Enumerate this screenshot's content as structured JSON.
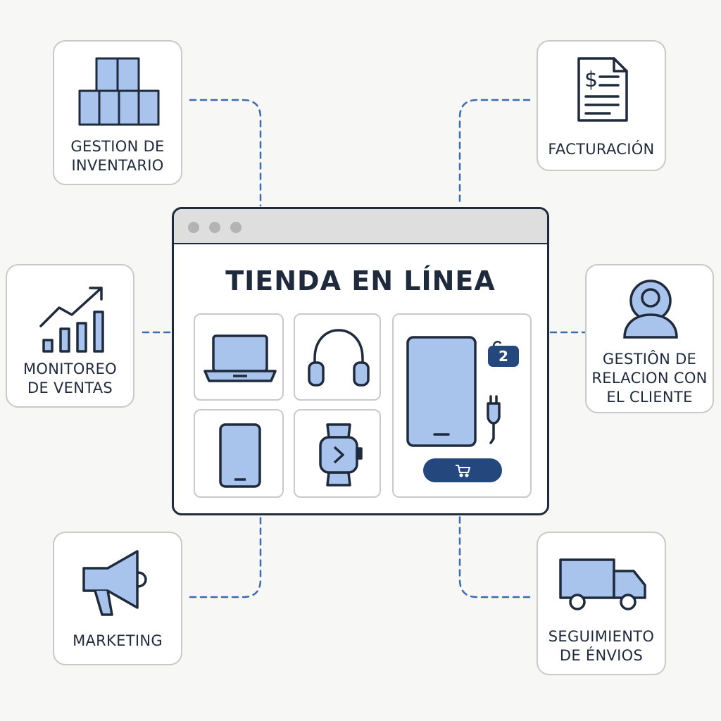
{
  "store": {
    "title": "TIENDA EN LÍNEA",
    "cart_badge": "2"
  },
  "modules": {
    "inventory": "GESTION DE\nINVENTARIO",
    "billing": "FACTURACIÓN",
    "sales": "MONITOREO\nDE VENTAS",
    "crm": "GESTIÔN DE\nRELACION CON\nEL CLIENTE",
    "marketing": "MARKETING",
    "shipping": "SEGUIMIENTO\nDE ÉNVIOS"
  },
  "icons": {
    "inventory": "boxes-icon",
    "billing": "invoice-icon",
    "sales": "bar-chart-trend-icon",
    "crm": "user-icon",
    "marketing": "megaphone-icon",
    "shipping": "truck-icon",
    "products": [
      "laptop-icon",
      "headphones-icon",
      "phone-icon",
      "smartwatch-icon",
      "tablet-icon"
    ]
  },
  "colors": {
    "primary": "#24477d",
    "outline": "#1f2a3c",
    "fill": "#a9c4ec",
    "connector": "#3d6bb3",
    "card_border": "#c9c9c9",
    "background": "#f7f7f5"
  }
}
